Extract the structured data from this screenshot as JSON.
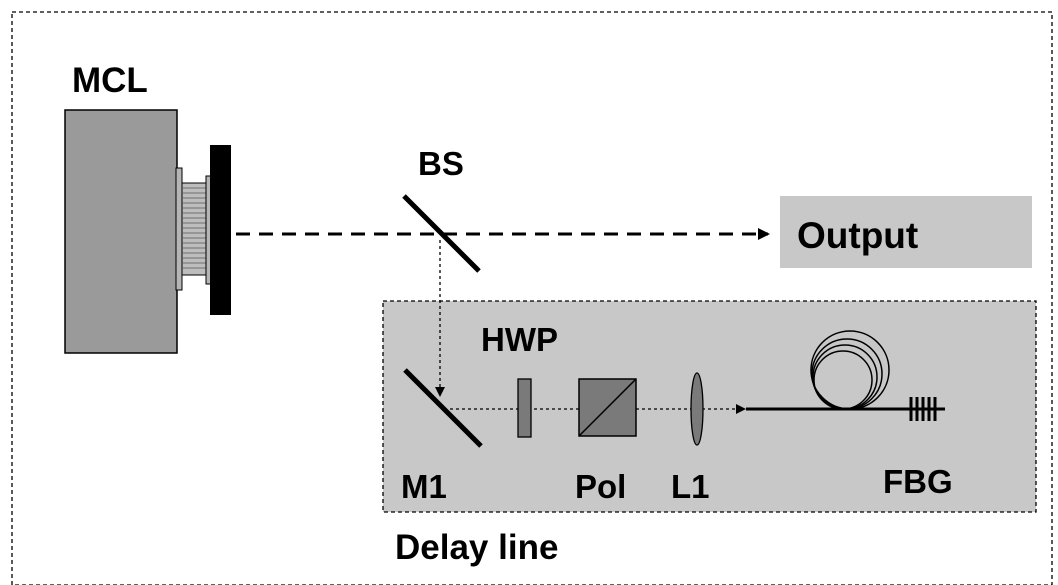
{
  "labels": {
    "mcl": "MCL",
    "bs": "BS",
    "output": "Output",
    "hwp": "HWP",
    "m1": "M1",
    "pol": "Pol",
    "l1": "L1",
    "fbg": "FBG",
    "delay_line": "Delay line"
  },
  "colors": {
    "laser_body": "#9a9a9a",
    "panel_fill": "#c8c8c8",
    "output_box": "#c8c8c8",
    "beam": "#000000",
    "optic": "#7a7a7a"
  }
}
